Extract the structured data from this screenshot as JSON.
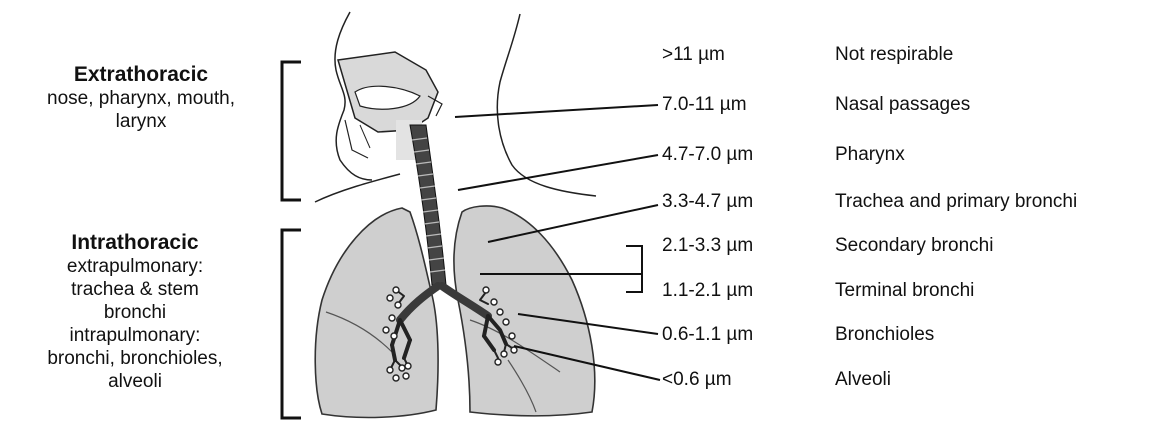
{
  "regions": {
    "extrathoracic": {
      "title": "Extrathoracic",
      "lines": [
        "nose, pharynx, mouth,",
        "larynx"
      ]
    },
    "intrathoracic": {
      "title": "Intrathoracic",
      "lines": [
        "extrapulmonary:",
        "trachea & stem",
        "bronchi",
        "intrapulmonary:",
        "bronchi, bronchioles,",
        "alveoli"
      ]
    }
  },
  "deposition": [
    {
      "size": ">11 µm",
      "site": "Not respirable"
    },
    {
      "size": "7.0-11 µm",
      "site": "Nasal passages"
    },
    {
      "size": "4.7-7.0 µm",
      "site": "Pharynx"
    },
    {
      "size": "3.3-4.7 µm",
      "site": "Trachea and primary bronchi"
    },
    {
      "size": "2.1-3.3 µm",
      "site": "Secondary bronchi"
    },
    {
      "size": "1.1-2.1 µm",
      "site": "Terminal bronchi"
    },
    {
      "size": "0.6-1.1 µm",
      "site": "Bronchioles"
    },
    {
      "size": "<0.6 µm",
      "site": "Alveoli"
    }
  ]
}
